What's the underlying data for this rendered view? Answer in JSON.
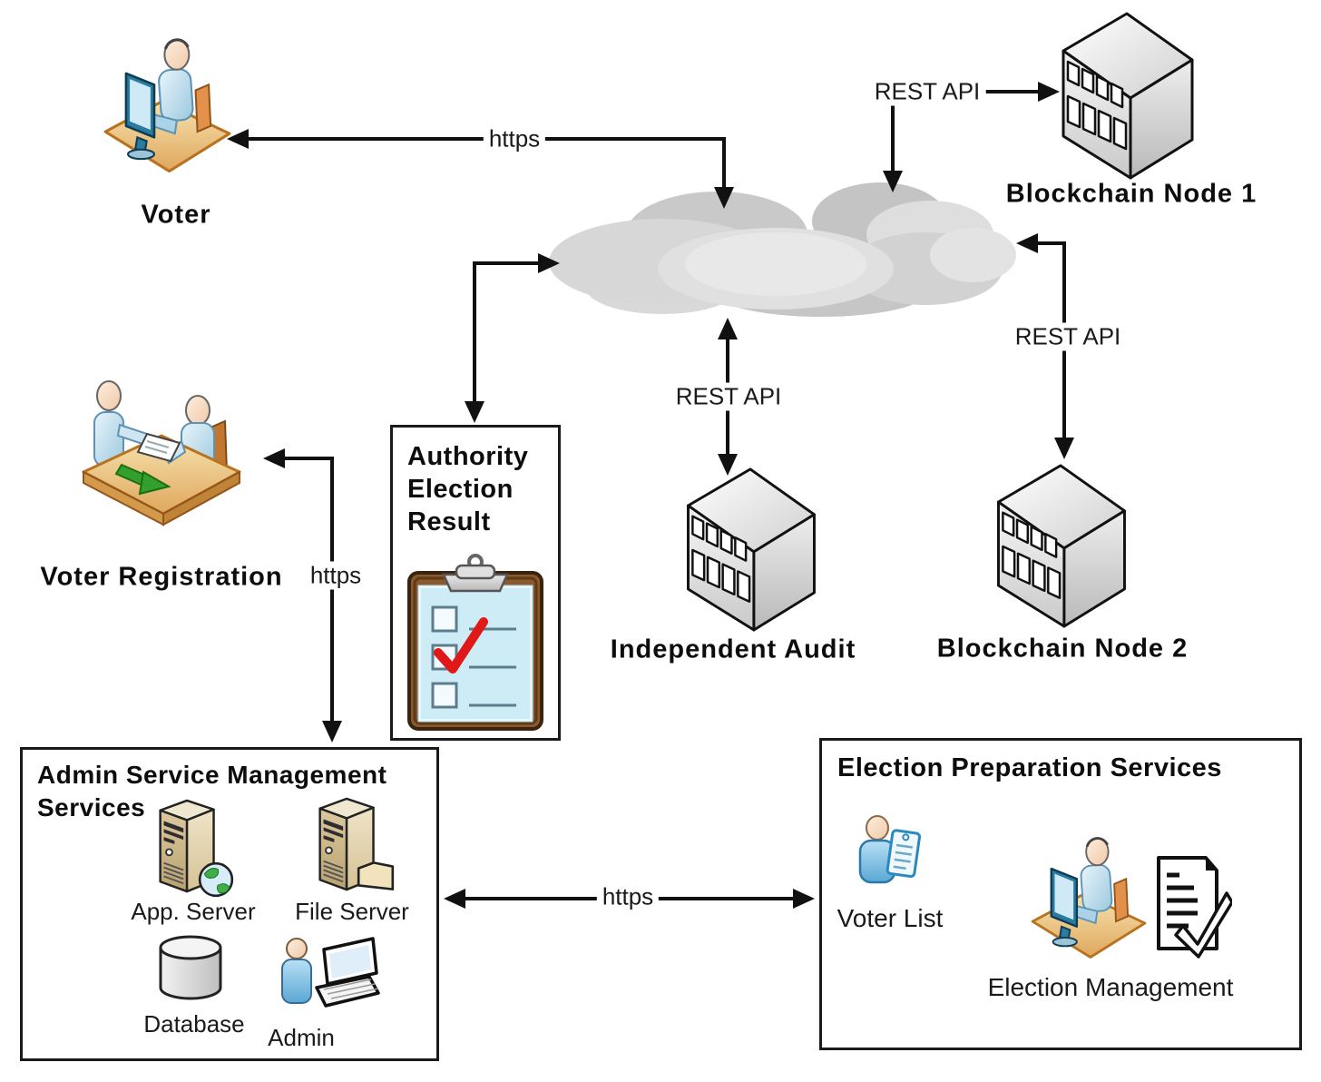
{
  "nodes": {
    "voter": {
      "label": "Voter"
    },
    "voter_registration": {
      "label": "Voter Registration"
    },
    "blockchain_node_1": {
      "label": "Blockchain Node 1"
    },
    "blockchain_node_2": {
      "label": "Blockchain Node 2"
    },
    "independent_audit": {
      "label": "Independent Audit"
    },
    "authority_election_result": {
      "title": "Authority Election Result"
    }
  },
  "connections": {
    "voter_cloud": {
      "label": "https"
    },
    "node1_cloud": {
      "label": "REST API"
    },
    "audit_cloud": {
      "label": "REST API"
    },
    "node2_cloud": {
      "label": "REST API"
    },
    "registration_admin": {
      "label": "https"
    },
    "admin_prep": {
      "label": "https"
    }
  },
  "admin_box": {
    "title": "Admin Service Management Services",
    "items": [
      {
        "label": "App. Server"
      },
      {
        "label": "File Server"
      },
      {
        "label": "Database"
      },
      {
        "label": "Admin"
      }
    ]
  },
  "prep_box": {
    "title": "Election Preparation Services",
    "items": [
      {
        "label": "Voter List"
      },
      {
        "label": "Election Management"
      }
    ]
  },
  "colors": {
    "line": "#111111",
    "box_border": "#1a1a1a",
    "cloud_gray": "#d6d6d6",
    "platform_tan": "#ecc87f",
    "person_blue": "#bfe3f2",
    "check_red": "#e01818",
    "paper_cyan": "#cdecf6",
    "clipboard_brown": "#8a5a2e",
    "server_khaki": "#d9c89e",
    "globe_green": "#3fae49",
    "desk_arrow_green": "#33a02c"
  }
}
